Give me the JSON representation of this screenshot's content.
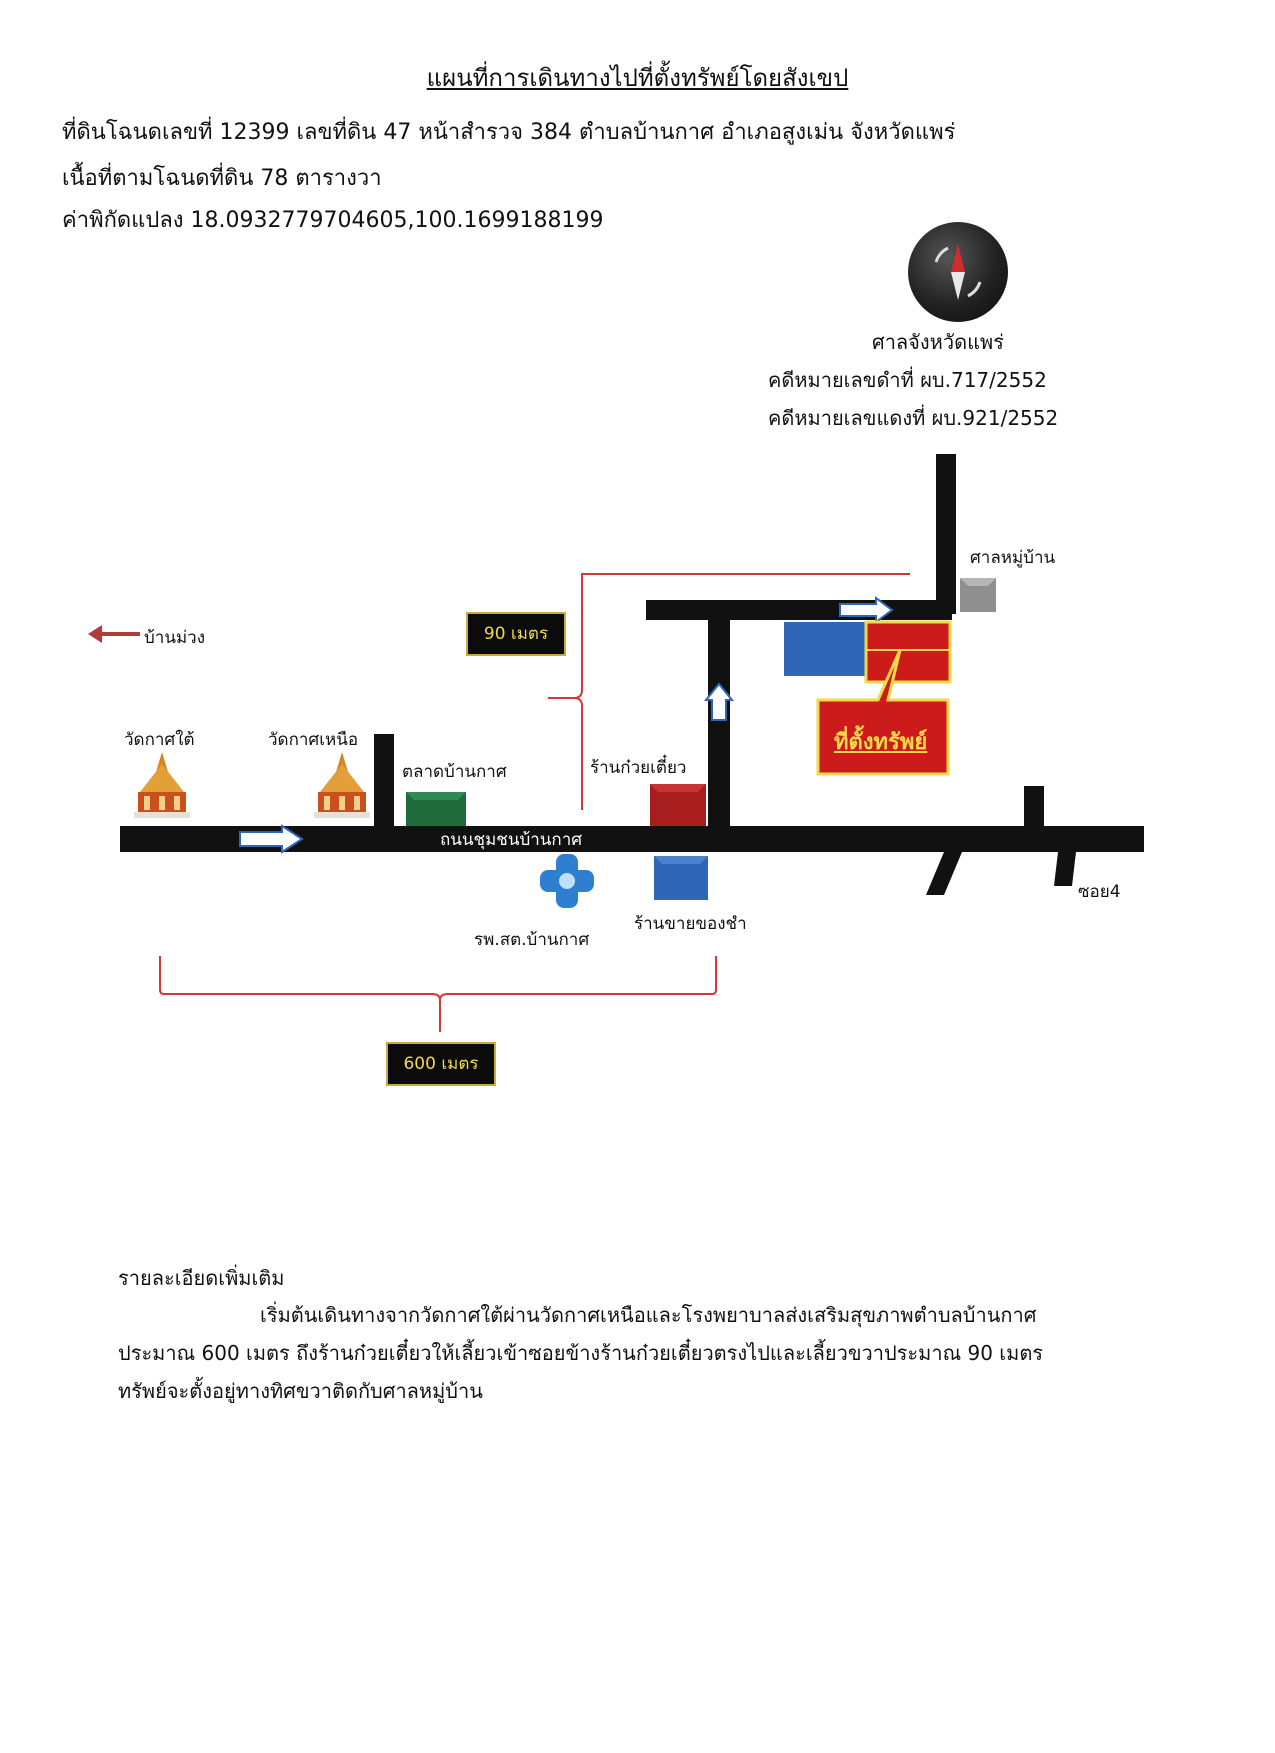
{
  "header": {
    "title": "แผนที่การเดินทางไปที่ตั้งทรัพย์โดยสังเขป",
    "line1": "ที่ดินโฉนดเลขที่ 12399  เลขที่ดิน 47  หน้าสำรวจ 384  ตำบลบ้านกาศ อำเภอสูงเม่น จังหวัดแพร่",
    "line2": "เนื้อที่ตามโฉนดที่ดิน 78 ตารางวา",
    "line3": "ค่าพิกัดแปลง 18.0932779704605,100.1699188199"
  },
  "court": {
    "name": "ศาลจังหวัดแพร่",
    "black_case": "คดีหมายเลขดำที่    ผบ.717/2552",
    "red_case": "คดีหมายเลขแดงที่ ผบ.921/2552"
  },
  "map": {
    "labels": {
      "ban_muang": "บ้านม่วง",
      "wat_south": "วัดกาศใต้",
      "wat_north": "วัดกาศเหนือ",
      "market": "ตลาดบ้านกาศ",
      "noodle_shop": "ร้านก๋วยเตี๋ยว",
      "main_road": "ถนนชุมชนบ้านกาศ",
      "health_center": "รพ.สต.บ้านกาศ",
      "grocery": "ร้านขายของชำ",
      "village_hall": "ศาลหมู่บ้าน",
      "soi": "ซอย4",
      "property": "ที่ตั้งทรัพย์"
    },
    "distances": {
      "d90": "90 เมตร",
      "d600": "600 เมตร"
    },
    "colors": {
      "road": "#111111",
      "property_red": "#cc1b1b",
      "property_border": "#f2d94a",
      "block_blue": "#2f66b8",
      "market_green": "#1f6b3c",
      "shop_red": "#a81d1d",
      "bracket_red": "#d23a3a"
    }
  },
  "details": {
    "title": "รายละเอียดเพิ่มเติม",
    "body": "เริ่มต้นเดินทางจากวัดกาศใต้ผ่านวัดกาศเหนือและโรงพยาบาลส่งเสริมสุขภาพตำบลบ้านกาศ ประมาณ 600 เมตร ถึงร้านก๋วยเตี๋ยวให้เลี้ยวเข้าซอยข้างร้านก๋วยเตี๋ยวตรงไปและเลี้ยวขวาประมาณ 90 เมตร ทรัพย์จะตั้งอยู่ทางทิศขวาติดกับศาลหมู่บ้าน"
  }
}
